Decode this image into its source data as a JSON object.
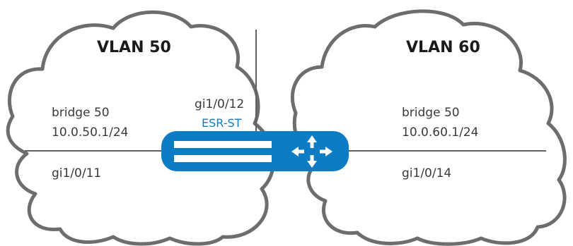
{
  "colors": {
    "cloud_stroke": "#6d6d6d",
    "line": "#606060",
    "router_fill": "#0e7cc4",
    "router_slot": "#ffffff"
  },
  "left_network": {
    "title": "VLAN 50",
    "bridge": "bridge 50",
    "ip": "10.0.50.1/24",
    "port": "gi1/0/11"
  },
  "right_network": {
    "title": "VLAN 60",
    "bridge": "bridge 50",
    "ip": "10.0.60.1/24",
    "port": "gi1/0/14"
  },
  "router": {
    "name": "ESR-ST",
    "port": "gi1/0/12",
    "icon": "router-arrows-icon"
  }
}
